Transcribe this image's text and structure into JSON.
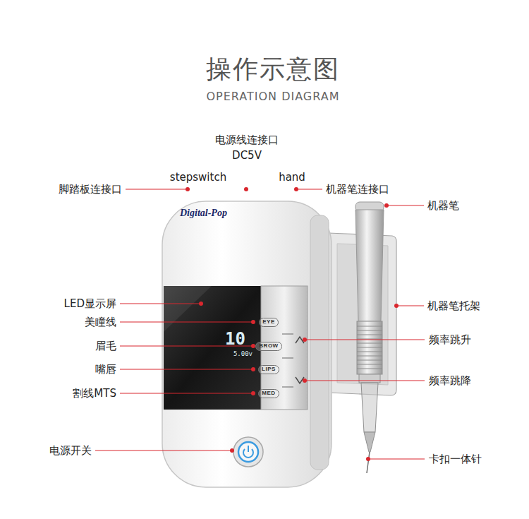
{
  "diagram": {
    "title": "操作示意图",
    "caption": "OPERATION DIAGRAM",
    "nodes": [
      {
        "text": [
          "Digital-Pop"
        ]
      },
      {
        "text": [
          "10",
          "5.00v"
        ],
        "in": 0
      },
      {
        "text": [
          "EYE"
        ],
        "in": 0
      },
      {
        "text": [
          "BROW"
        ],
        "in": 0
      },
      {
        "text": [
          "LIPS"
        ],
        "in": 0
      },
      {
        "text": [
          "MED"
        ],
        "in": 0
      }
    ],
    "labels": [
      "电源线连接口",
      "DC5V",
      "stepswitch",
      "hand",
      "脚踏板连接口",
      "机器笔连接口",
      "机器笔",
      "LED显示屏",
      "美瞳线",
      "眉毛",
      "嘴唇",
      "割线MTS",
      "电源开关",
      "机器笔托架",
      "频率跳升",
      "频率跳降",
      "卡扣一体针"
    ]
  }
}
